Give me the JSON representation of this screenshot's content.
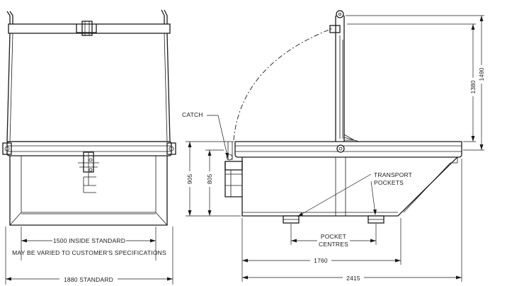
{
  "labels": {
    "catch": "CATCH",
    "transport_pockets_line1": "TRANSPORT",
    "transport_pockets_line2": "POCKETS",
    "pocket_centres_line1": "POCKET",
    "pocket_centres_line2": "CENTRES"
  },
  "dimensions": {
    "inside_width_line1": "1500 INSIDE STANDARD",
    "inside_width_line2": "MAY BE VARIED TO CUSTOMER'S SPECIFICATIONS",
    "overall_width": "1880 STANDARD",
    "length_1760": "1760",
    "length_2415": "2415",
    "height_1490": "1490",
    "height_1380": "1380",
    "height_905": "905",
    "height_805": "805"
  }
}
